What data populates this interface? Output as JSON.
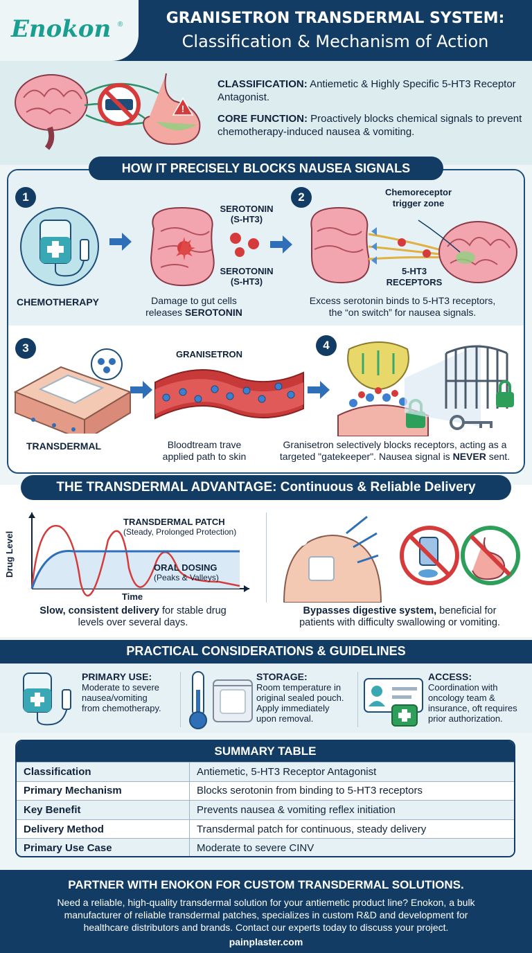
{
  "header": {
    "logo": "Enokon",
    "logo_mark": "®",
    "title_line1": "GRANISETRON TRANSDERMAL SYSTEM:",
    "title_line2": "Classification & Mechanism of Action"
  },
  "intro": {
    "classification_label": "CLASSIFICATION:",
    "classification_text": "Antiemetic & Highly Specific 5-HT3 Receptor Antagonist.",
    "core_label": "CORE FUNCTION:",
    "core_text": "Proactively blocks chemical signals to prevent chemotherapy-induced nausea & vomiting."
  },
  "mechanism": {
    "title": "HOW IT PRECISELY BLOCKS NAUSEA SIGNALS",
    "steps": [
      {
        "num": "1",
        "label": "CHEMOTHERAPY",
        "caption_1": "Damage to gut cells",
        "caption_2a": "releases ",
        "caption_2b": "SEROTONIN",
        "serotonin_top": "SEROTONIN",
        "serotonin_top_sub": "(S-HT3)",
        "serotonin_bottom": "SEROTONIN",
        "serotonin_bottom_sub": "(S-HT3)"
      },
      {
        "num": "2",
        "trigger_1": "Chemoreceptor",
        "trigger_2": "trigger zone",
        "receptor_1": "5-HT3",
        "receptor_2": "RECEPTORS",
        "caption_1": "Excess serotonin binds to 5-HT3 receptors,",
        "caption_2": "the “on switch” for nausea signals."
      },
      {
        "num": "3",
        "label": "TRANSDERMAL",
        "drug_label": "GRANISETRON",
        "caption_1": "Bloodtream trave",
        "caption_2": "applied path to skin"
      },
      {
        "num": "4",
        "caption_1": "Granisetron selectively blocks receptors, acting as a",
        "caption_2a": "targeted \"gatekeeper\". Nausea signal is ",
        "caption_2b": "NEVER",
        "caption_2c": " sent."
      }
    ]
  },
  "advantage": {
    "title": "THE TRANSDERMAL ADVANTAGE: Continuous & Reliable Delivery",
    "chart_ylabel": "Drug Level",
    "chart_xlabel": "Time",
    "patch_label": "TRANSDERMAL PATCH",
    "patch_sub": "(Steady, Prolonged Protection)",
    "oral_label": "ORAL DOSING",
    "oral_sub": "(Peaks & Valleys)",
    "left_caption_bold": "Slow, consistent delivery",
    "left_caption_rest": " for stable drug",
    "left_caption_2": "levels over several days.",
    "right_caption_bold": "Bypasses digestive system,",
    "right_caption_rest": " beneficial for",
    "right_caption_2": "patients with difficulty swallowing or vomiting."
  },
  "practical": {
    "title": "PRACTICAL CONSIDERATIONS & GUIDELINES",
    "items": [
      {
        "label": "PRIMARY USE:",
        "l1": "Moderate to severe",
        "l2": "nausea/vomiting",
        "l3": "from chemotherapy.",
        "l4": ""
      },
      {
        "label": "STORAGE:",
        "l1": "Room temperature in",
        "l2": "original sealed pouch.",
        "l3": "Apply immediately",
        "l4": "upon removal."
      },
      {
        "label": "ACCESS:",
        "l1": "Coordination with",
        "l2": "oncology team &",
        "l3": "insurance, oft requires",
        "l4": "prior authorization."
      }
    ]
  },
  "summary": {
    "title": "SUMMARY TABLE",
    "rows": [
      {
        "k": "Classification",
        "v": "Antiemetic, 5-HT3 Receptor Antagonist"
      },
      {
        "k": "Primary Mechanism",
        "v": "Blocks serotonin from binding to 5-HT3 receptors"
      },
      {
        "k": "Key Benefit",
        "v": "Prevents nausea & vomiting reflex initiation"
      },
      {
        "k": "Delivery Method",
        "v": "Transdermal patch for continuous, steady delivery"
      },
      {
        "k": "Primary Use Case",
        "v": "Moderate to severe CINV"
      }
    ]
  },
  "footer": {
    "title": "PARTNER WITH ENOKON FOR CUSTOM TRANSDERMAL SOLUTIONS.",
    "l1": "Need a reliable, high-quality transdermal solution for your antiemetic product line? Enokon, a bulk",
    "l2": "manufacturer of reliable transdermal patches, specializes in custom R&D and development for",
    "l3": "healthcare distributors and brands. Contact our experts today to discuss your project.",
    "url": "painplaster.com"
  },
  "colors": {
    "navy": "#123c63",
    "teal": "#1a9e8f",
    "red": "#d63b3b",
    "blue": "#2f6fb8"
  },
  "icons": [
    "brain-icon",
    "stomach-icon",
    "iv-bag-icon",
    "intestine-icon",
    "skin-patch-icon",
    "blood-vessel-icon",
    "receptor-icon",
    "lock-icon",
    "key-icon",
    "gate-icon",
    "shoulder-patch-icon",
    "no-pills-icon",
    "stomach-block-icon",
    "thermometer-icon",
    "pouch-icon",
    "id-card-icon",
    "first-aid-icon"
  ]
}
